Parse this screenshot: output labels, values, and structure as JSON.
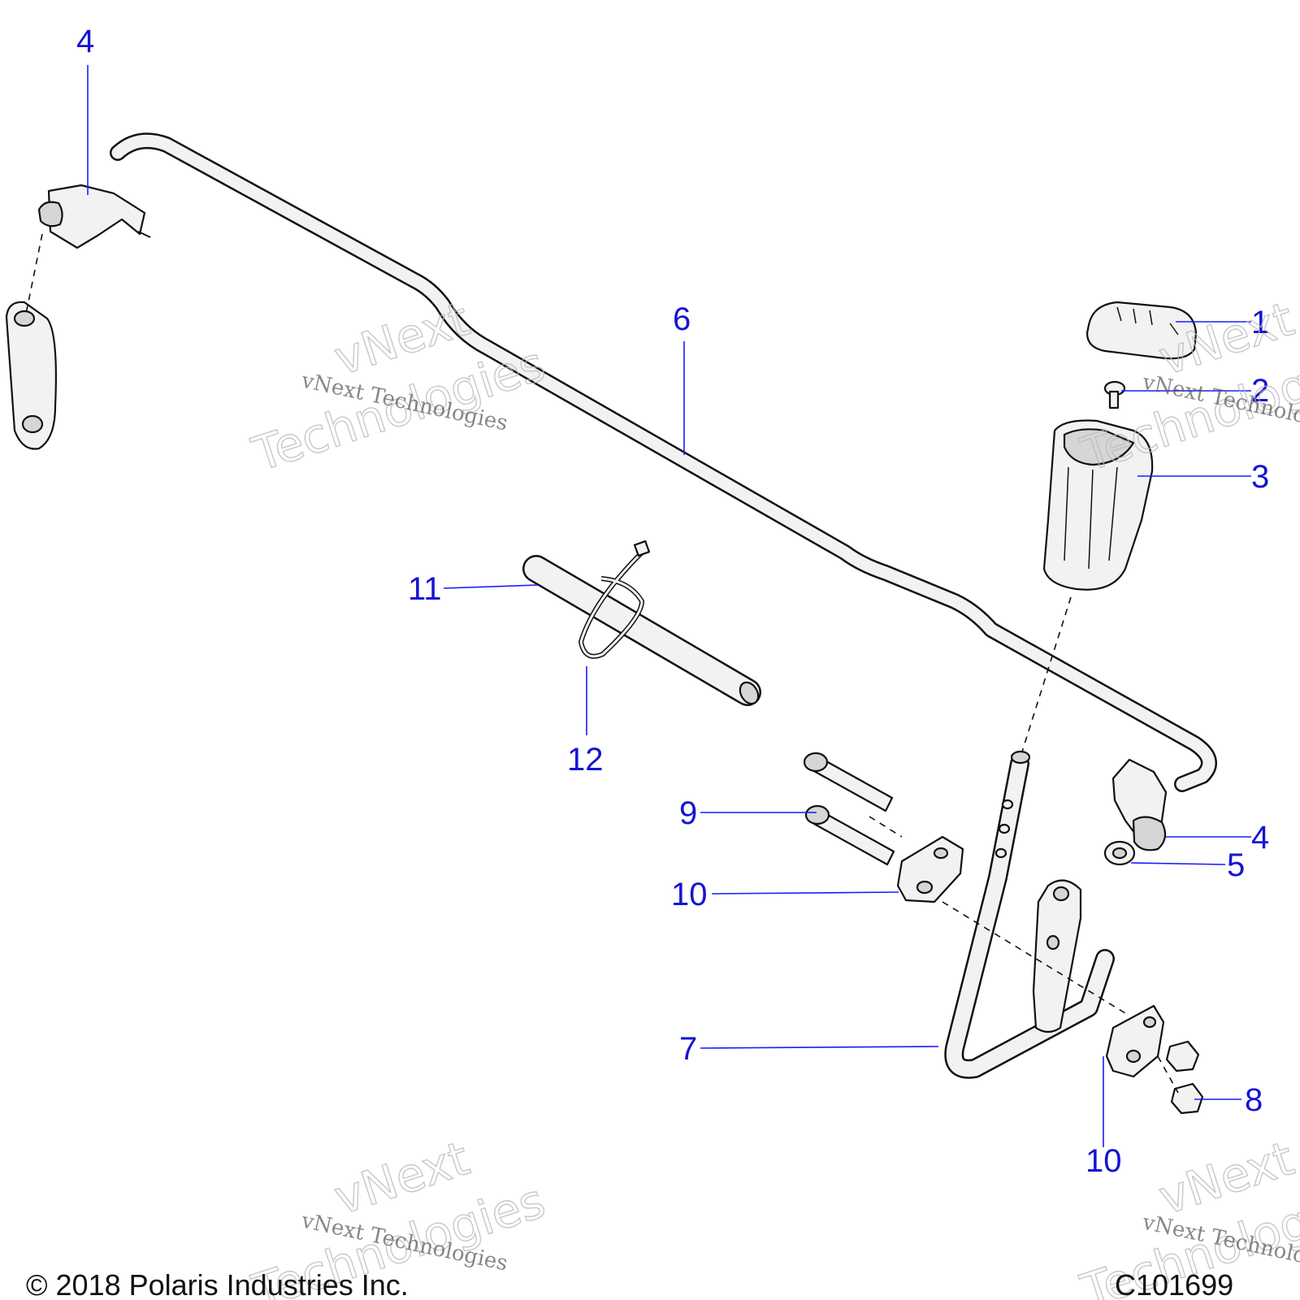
{
  "callouts": [
    {
      "id": "1",
      "label": "1"
    },
    {
      "id": "2",
      "label": "2"
    },
    {
      "id": "3",
      "label": "3"
    },
    {
      "id": "4a",
      "label": "4"
    },
    {
      "id": "4b",
      "label": "4"
    },
    {
      "id": "5",
      "label": "5"
    },
    {
      "id": "6",
      "label": "6"
    },
    {
      "id": "7",
      "label": "7"
    },
    {
      "id": "8",
      "label": "8"
    },
    {
      "id": "9",
      "label": "9"
    },
    {
      "id": "10a",
      "label": "10"
    },
    {
      "id": "10b",
      "label": "10"
    },
    {
      "id": "11",
      "label": "11"
    },
    {
      "id": "12",
      "label": "12"
    }
  ],
  "footer": {
    "copyright": "© 2018 Polaris Industries Inc.",
    "figure_id": "C101699"
  },
  "watermark": {
    "line_small": "vNext Technologies",
    "line_big_1": "vNext",
    "line_big_2": "Technologies"
  }
}
